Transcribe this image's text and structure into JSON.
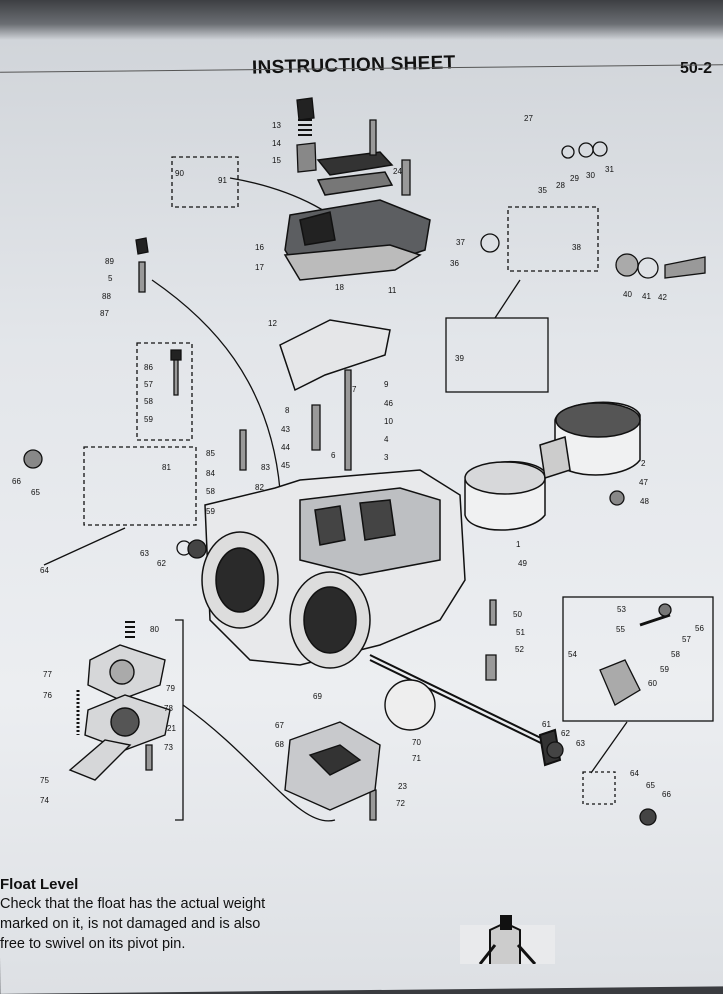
{
  "header": {
    "title": "INSTRUCTION SHEET",
    "page_number": "50-2"
  },
  "diagram": {
    "callouts": [
      "13",
      "14",
      "15",
      "90",
      "91",
      "24",
      "27",
      "35",
      "28",
      "29",
      "30",
      "31",
      "16",
      "17",
      "18",
      "11",
      "89",
      "5",
      "88",
      "87",
      "37",
      "36",
      "38",
      "12",
      "40",
      "41",
      "42",
      "39",
      "86",
      "57",
      "58",
      "59",
      "7",
      "9",
      "46",
      "10",
      "8",
      "43",
      "44",
      "45",
      "6",
      "4",
      "3",
      "2",
      "47",
      "48",
      "66",
      "65",
      "81",
      "85",
      "84",
      "83",
      "82",
      "58",
      "59",
      "63",
      "62",
      "1",
      "49",
      "64",
      "50",
      "51",
      "52",
      "80",
      "77",
      "76",
      "79",
      "78",
      "21",
      "73",
      "75",
      "74",
      "69",
      "67",
      "68",
      "70",
      "71",
      "23",
      "72",
      "61",
      "62",
      "63",
      "53",
      "55",
      "56",
      "57",
      "54",
      "58",
      "59",
      "60",
      "64",
      "65",
      "66"
    ]
  },
  "section": {
    "heading": "Float Level",
    "lines": [
      "Check that the float has the actual weight",
      "marked on it, is not damaged and is also",
      "free to swivel on its pivot pin."
    ]
  }
}
